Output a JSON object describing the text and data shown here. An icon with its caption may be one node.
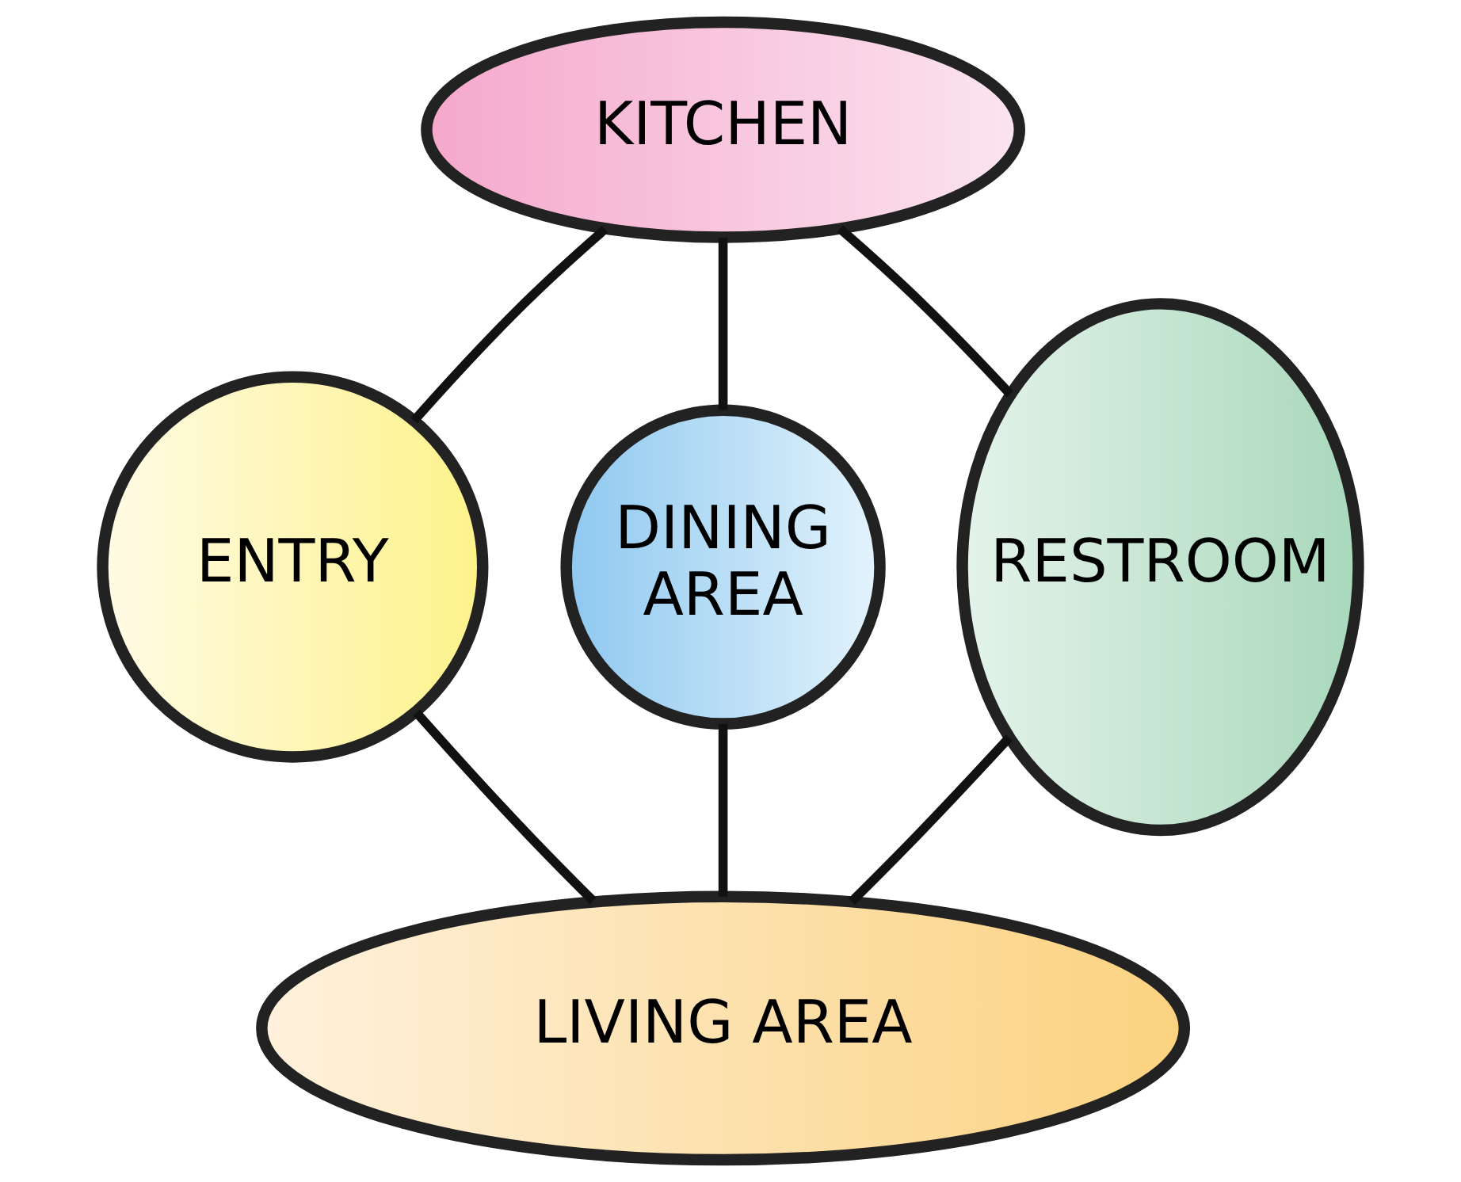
{
  "diagram": {
    "nodes": [
      {
        "text": [
          "KITCHEN"
        ]
      },
      {
        "text": [
          "ENTRY"
        ]
      },
      {
        "text": [
          "DINING AREA"
        ]
      },
      {
        "text": [
          "RESTROOM"
        ]
      },
      {
        "text": [
          "LIVING AREA"
        ]
      }
    ],
    "edges": [
      {
        "from": 0,
        "to": 1,
        "arrow": "none"
      },
      {
        "from": 0,
        "to": 2,
        "arrow": "none"
      },
      {
        "from": 0,
        "to": 3,
        "arrow": "none"
      },
      {
        "from": 1,
        "to": 4,
        "arrow": "none"
      },
      {
        "from": 2,
        "to": 4,
        "arrow": "none"
      },
      {
        "from": 3,
        "to": 4,
        "arrow": "none"
      }
    ]
  }
}
